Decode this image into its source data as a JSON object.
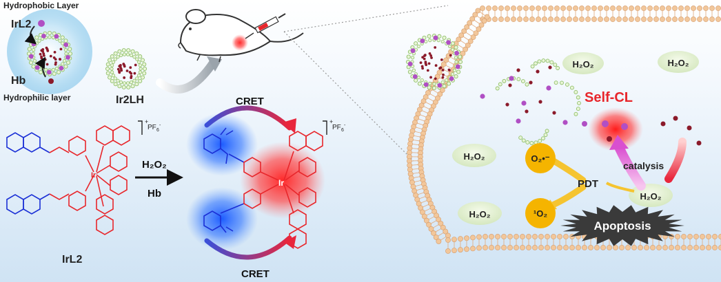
{
  "labels": {
    "hydrophobic_layer": "Hydrophobic Layer",
    "hydrophilic_layer": "Hydrophilic layer",
    "irl2_top": "IrL2",
    "hb_top": "Hb",
    "ir2lh": "Ir2LH",
    "irl2_bottom": "IrL2",
    "pf6_left": "PF",
    "pf6_right": "PF",
    "reagent_h2o2": "H₂O₂",
    "reagent_hb": "Hb",
    "cret_top": "CRET",
    "cret_bottom": "CRET",
    "self_cl": "Self-CL",
    "catalysis": "catalysis",
    "pdt": "PDT",
    "superoxide": "O₂•⁻",
    "singlet_oxygen": "¹O₂",
    "apoptosis": "Apoptosis",
    "h2o2": "H₂O₂"
  },
  "colors": {
    "ligand_blue": "#1a2fd6",
    "ir_complex_red": "#e8262b",
    "ros_orange": "#f5b400",
    "h2o2_green": "#e4f0d2",
    "membrane_head": "#f2c79b",
    "micelle_purple": "#b04fc4",
    "hb_dot": "#8b1a2a",
    "cret_arrow_start": "#3b4fd8",
    "cret_arrow_end": "#e8263c",
    "catalysis_arrow": "#e46bd8",
    "apoptosis_star": "#3a3a3a"
  }
}
